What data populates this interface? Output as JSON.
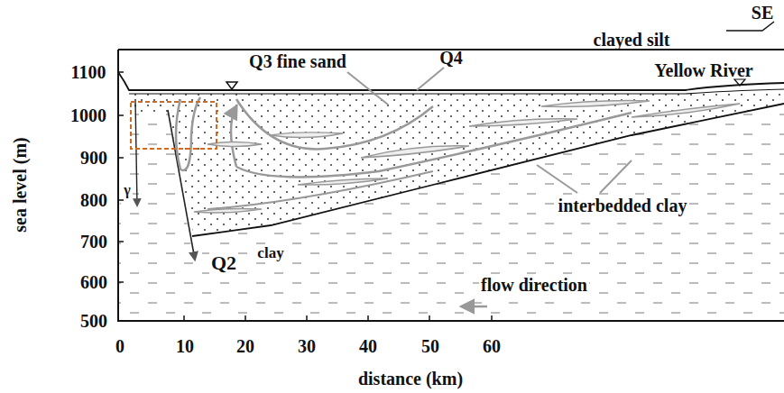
{
  "diagram": {
    "labels": [
      "SE",
      "clayed silt",
      "Q3 fine sand",
      "Q4",
      "Yellow River",
      "interbedded clay",
      "Q2",
      "clay",
      "flow direction",
      "sea level (m)",
      "distance (km)",
      "γ",
      "1100",
      "1000",
      "900",
      "800",
      "700",
      "600",
      "500",
      "0",
      "10",
      "20",
      "30",
      "40",
      "50",
      "60"
    ]
  }
}
